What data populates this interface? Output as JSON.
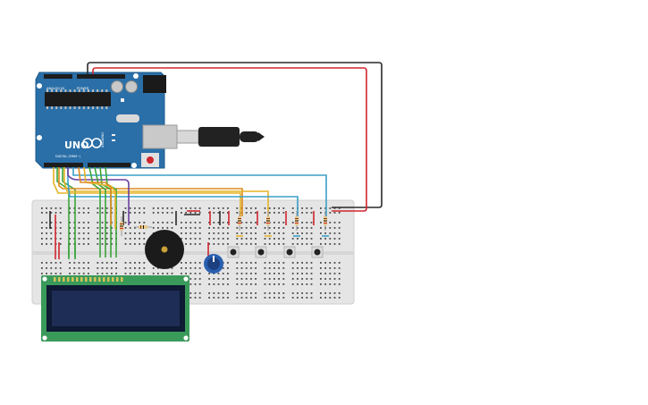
{
  "arduino": {
    "model_label": "UNO",
    "brand_label": "ARDUINO",
    "power_label": "POWER",
    "analog_label": "ANALOG IN",
    "digital_label": "DIGITAL (PWM~)"
  },
  "colors": {
    "board": "#2a6fa8",
    "board_dark": "#1f5b8c",
    "breadboard": "#e5e5e5",
    "lcd_pcb": "#3a9a5a",
    "lcd_screen": "#1e2d55",
    "wire_red": "#d0262e",
    "wire_black": "#2a2a2a",
    "wire_green": "#3aa63a",
    "wire_yellow": "#e5b325",
    "wire_orange": "#e08a1e",
    "wire_blue": "#3a9fc6",
    "wire_purple": "#6b3fa0",
    "buzzer": "#1b1b1b",
    "pot": "#2a5fb0"
  },
  "components": {
    "buttons": 4,
    "resistors": 6,
    "lcd_pins": 16
  }
}
